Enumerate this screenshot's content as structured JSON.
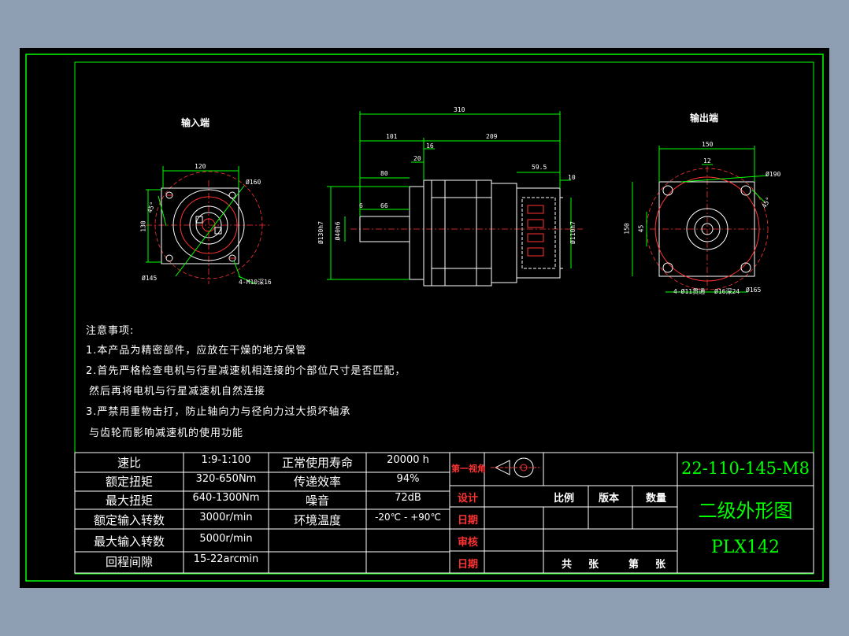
{
  "views": {
    "input_label": "输入端",
    "output_label": "输出端"
  },
  "dims": {
    "input": {
      "w120": "120",
      "d160": "Ø160",
      "d145": "Ø145",
      "n4": "4-M10深16",
      "v130": "130",
      "v45": "45°"
    },
    "side": {
      "l310": "310",
      "l101": "101",
      "l209": "209",
      "l16": "16",
      "l20": "20",
      "l80": "80",
      "l59": "59.5",
      "l10": "10",
      "l6": "6",
      "l66": "66",
      "d130": "Ø130h7",
      "d40": "Ø40h6",
      "d110": "Ø110h7"
    },
    "output": {
      "w150": "150",
      "w12": "12",
      "d190": "Ø190",
      "d165": "Ø165",
      "v150": "150",
      "v45": "45",
      "a45": "45°",
      "n4": "4-Ø11贯通",
      "d16": "Ø16深24"
    }
  },
  "notes": {
    "heading": "注意事项:",
    "l1": "1.本产品为精密部件，应放在干燥的地方保管",
    "l2": "2.首先严格检查电机与行星减速机相连接的个部位尺寸是否匹配，",
    "l3": "然后再将电机与行星减速机自然连接",
    "l4": "3.严禁用重物击打，防止轴向力与径向力过大损坏轴承",
    "l5": "与齿轮而影响减速机的使用功能"
  },
  "specs": [
    {
      "label": "速比",
      "value": "1:9-1:100",
      "label2": "正常使用寿命",
      "value2": "20000 h"
    },
    {
      "label": "额定扭矩",
      "value": "320-650Nm",
      "label2": "传递效率",
      "value2": "94%"
    },
    {
      "label": "最大扭矩",
      "value": "640-1300Nm",
      "label2": "噪音",
      "value2": "72dB"
    },
    {
      "label": "额定输入转数",
      "value": "3000r/min",
      "label2": "环境温度",
      "value2": "-20℃ - +90℃"
    },
    {
      "label": "最大输入转数",
      "value": "5000r/min",
      "label2": "",
      "value2": ""
    },
    {
      "label": "回程间隙",
      "value": "15-22arcmin",
      "label2": "",
      "value2": ""
    }
  ],
  "titleblock": {
    "projection": "第一视角",
    "design": "设计",
    "date": "日期",
    "review": "审核",
    "date2": "日期",
    "scale": "比例",
    "version": "版本",
    "quantity": "数量",
    "total_sheets": "共　张　　第　张",
    "code": "22-110-145-M8",
    "drawing_title": "二级外形图",
    "model": "PLX142"
  }
}
